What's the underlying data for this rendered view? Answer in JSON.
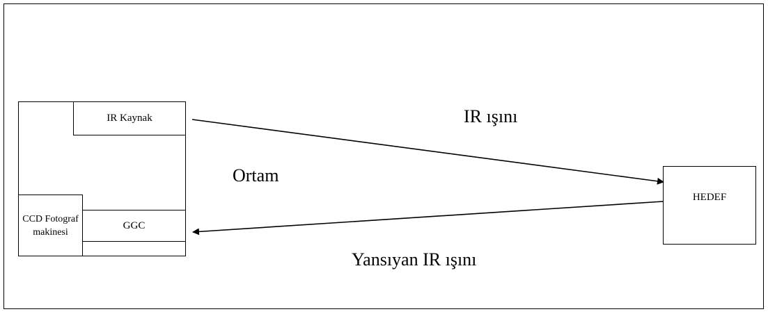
{
  "diagram": {
    "ir_source": "IR Kaynak",
    "ccd_camera": "CCD Fotograf makinesi",
    "ggc": "GGC",
    "target": "HEDEF",
    "ir_beam": "IR ışını",
    "medium": "Ortam",
    "reflected_beam": "Yansıyan IR ışını",
    "line_color": "#000000",
    "background_color": "#ffffff"
  }
}
